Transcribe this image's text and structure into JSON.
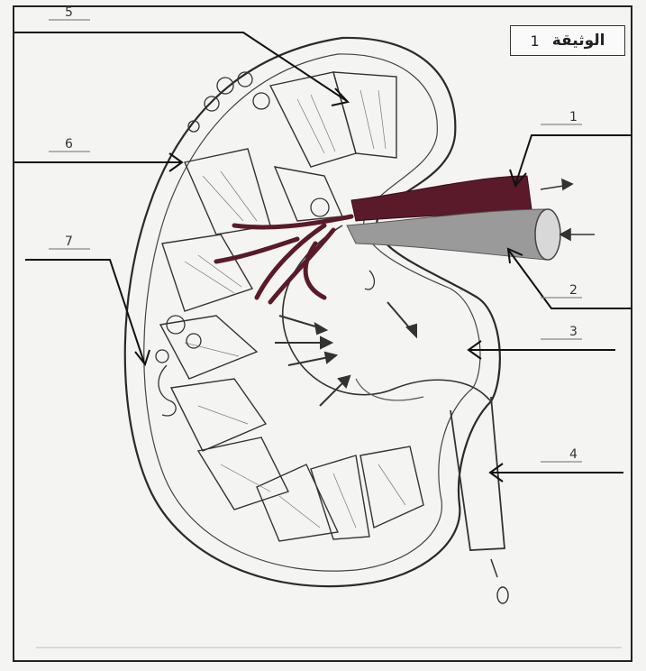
{
  "document": {
    "title": "الوثيقة",
    "title_number": "1"
  },
  "labels": [
    {
      "id": "1",
      "text": "1"
    },
    {
      "id": "2",
      "text": "2"
    },
    {
      "id": "3",
      "text": "3"
    },
    {
      "id": "4",
      "text": "4"
    },
    {
      "id": "5",
      "text": "5"
    },
    {
      "id": "6",
      "text": "6"
    },
    {
      "id": "7",
      "text": "7"
    }
  ],
  "colors": {
    "artery": "#5a1a2a",
    "vein": "#9a9a9a",
    "ink": "#2a2a2a",
    "paper": "#f4f4f2"
  }
}
